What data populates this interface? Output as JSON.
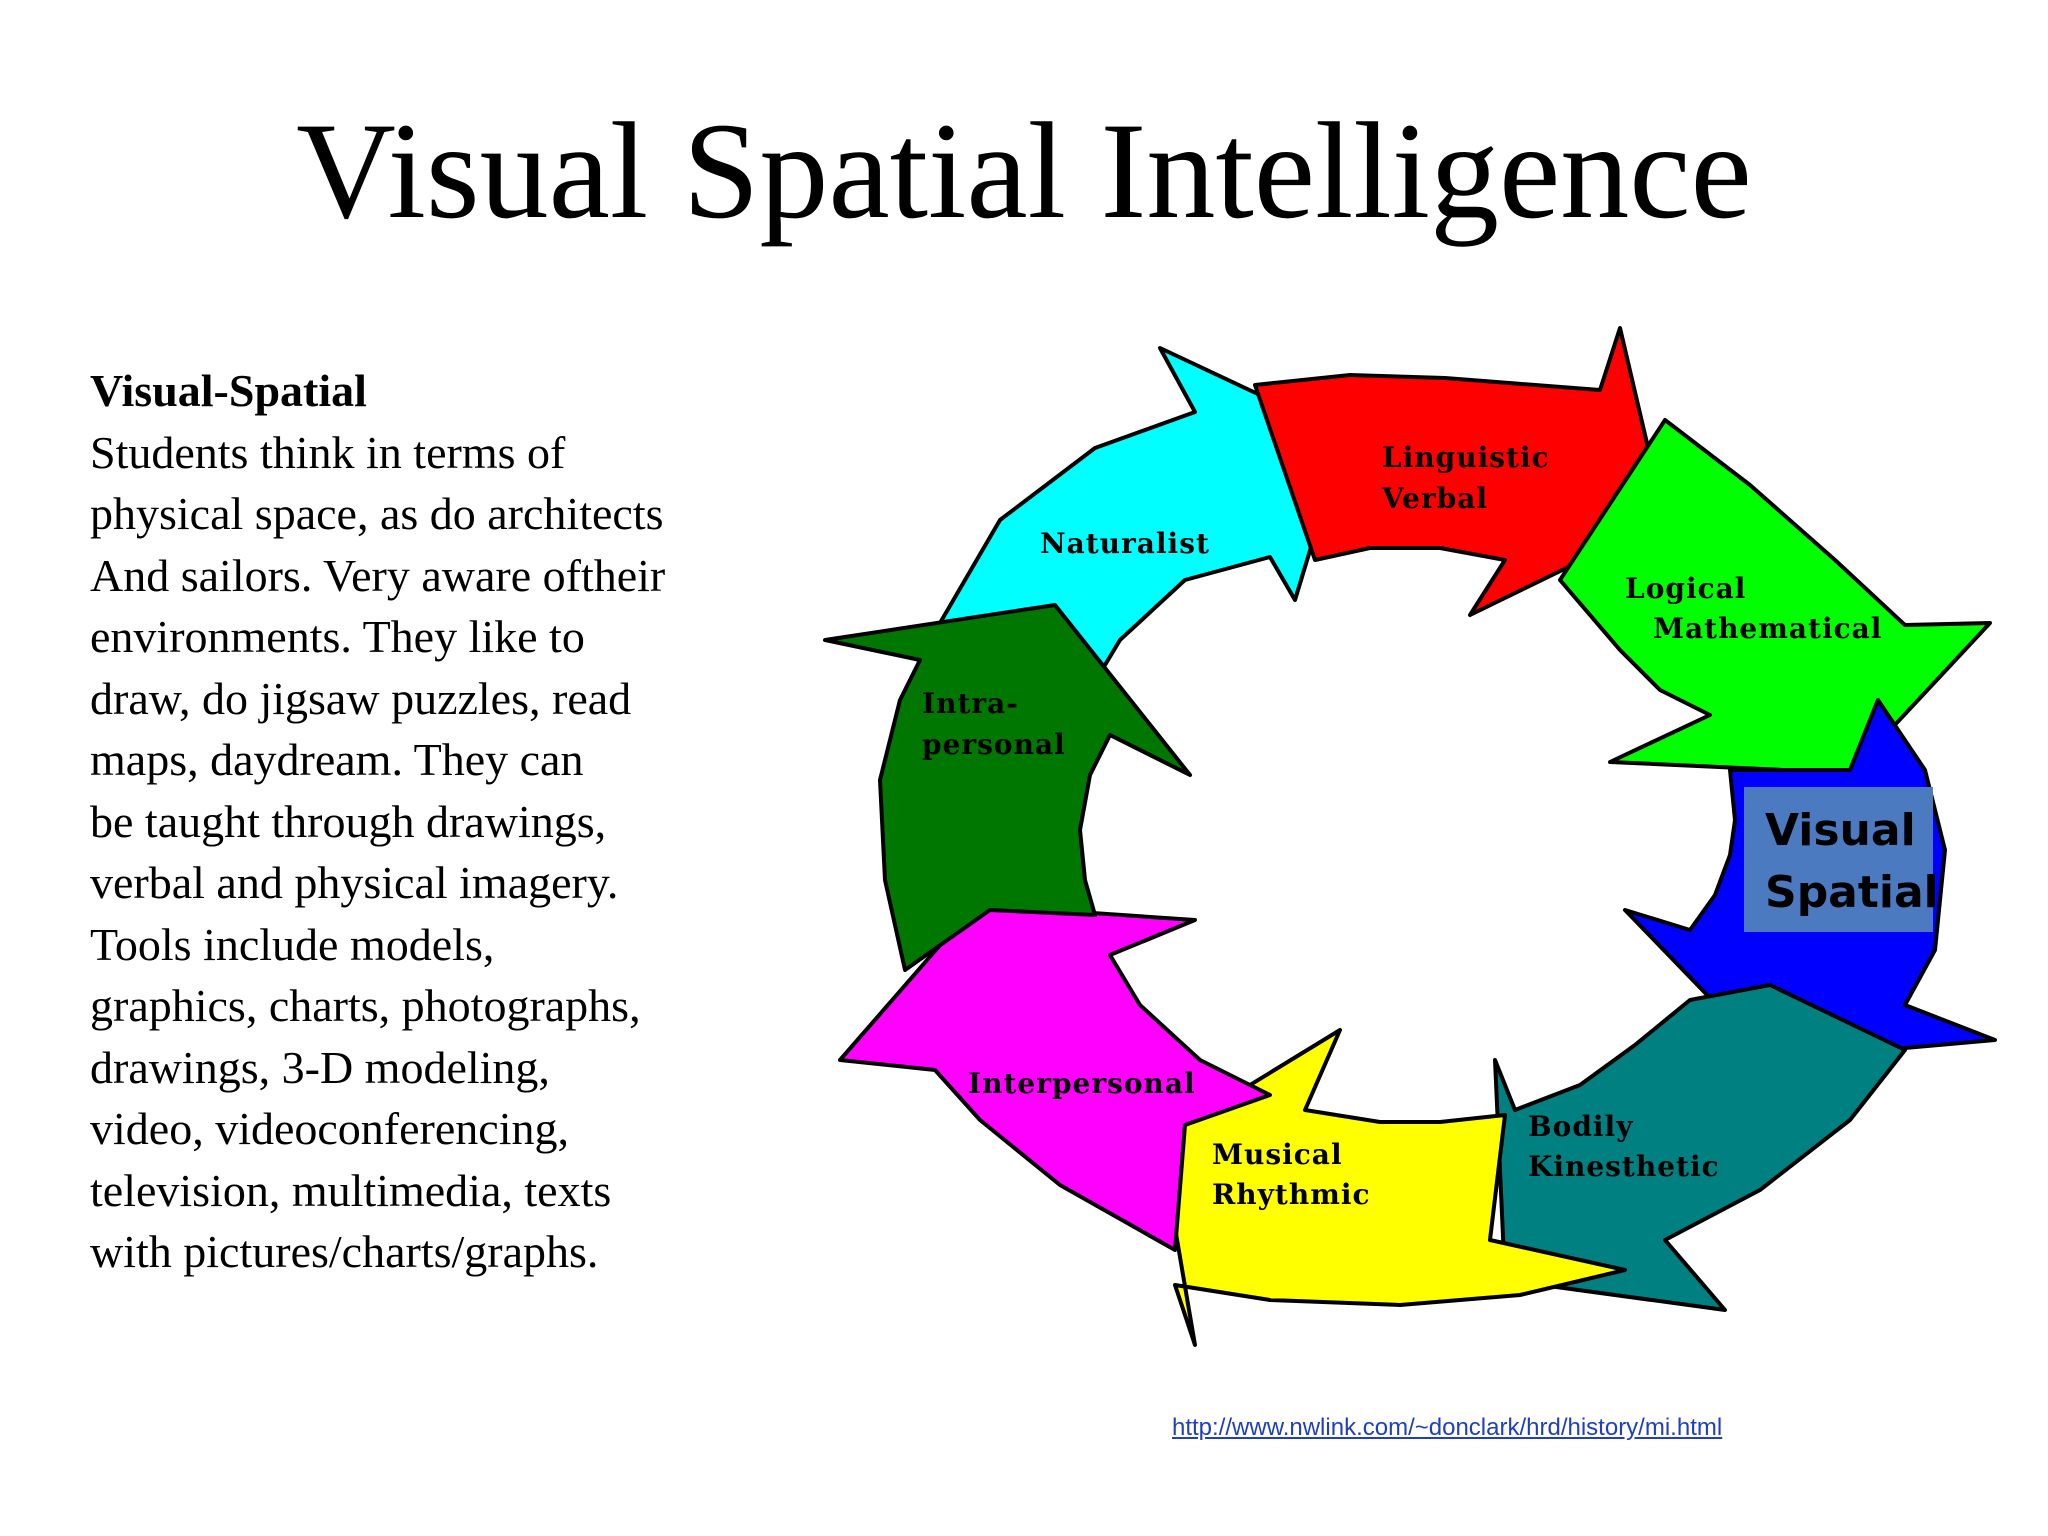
{
  "slide": {
    "title": "Visual Spatial Intelligence",
    "heading": "Visual-Spatial",
    "body_lines": [
      "Students think in terms of",
      "physical space, as do architects",
      "And sailors. Very aware oftheir",
      "environments. They like to",
      "draw, do jigsaw puzzles, read",
      "maps, daydream. They can",
      "be taught through drawings,",
      "verbal and physical imagery.",
      "Tools include models,",
      "graphics, charts, photographs,",
      "drawings, 3-D modeling,",
      "video, videoconferencing,",
      "television, multimedia, texts",
      "with pictures/charts/graphs."
    ],
    "source_url": "http://www.nwlink.com/~donclark/hrd/history/mi.html"
  },
  "diagram": {
    "highlight": {
      "line1": "Visual",
      "line2": "Spatial",
      "color": "#4f81bd"
    },
    "arrows": [
      {
        "name": "naturalist",
        "line1": "Naturalist",
        "line2": "",
        "color": "#00ffff"
      },
      {
        "name": "linguistic-verbal",
        "line1": "Linguistic",
        "line2": "Verbal",
        "color": "#ff0000"
      },
      {
        "name": "logical-mathematical",
        "line1": "Logical",
        "line2": "Mathematical",
        "color": "#00ff00"
      },
      {
        "name": "visual-spatial",
        "line1": "",
        "line2": "",
        "color": "#0000ff"
      },
      {
        "name": "bodily-kinesthetic",
        "line1": "Bodily",
        "line2": "Kinesthetic",
        "color": "#008080"
      },
      {
        "name": "musical-rhythmic",
        "line1": "Musical",
        "line2": "Rhythmic",
        "color": "#ffff00"
      },
      {
        "name": "interpersonal",
        "line1": "Interpersonal",
        "line2": "",
        "color": "#ff00ff"
      },
      {
        "name": "intrapersonal",
        "line1": "Intra-",
        "line2": "personal",
        "color": "#007700"
      }
    ]
  }
}
